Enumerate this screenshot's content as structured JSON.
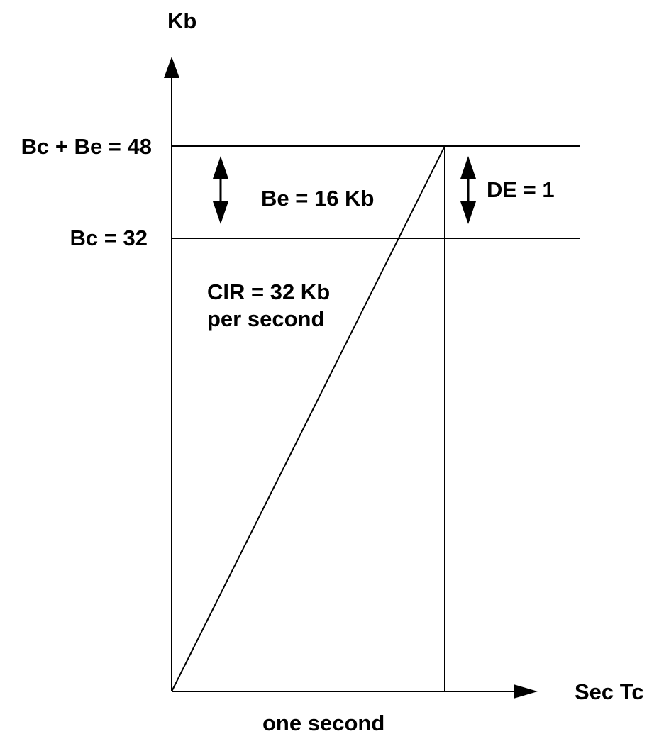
{
  "diagram": {
    "y_axis_label": "Kb",
    "x_axis_label": "Sec Tc",
    "x_axis_caption": "one second",
    "upper_level_label": "Bc + Be = 48",
    "lower_level_label": "Bc = 32",
    "be_label": "Be = 16 Kb",
    "de_label": "DE = 1",
    "cir_label_line1": "CIR = 32 Kb",
    "cir_label_line2": "per second"
  },
  "colors": {
    "stroke": "#000000",
    "background": "#ffffff"
  }
}
